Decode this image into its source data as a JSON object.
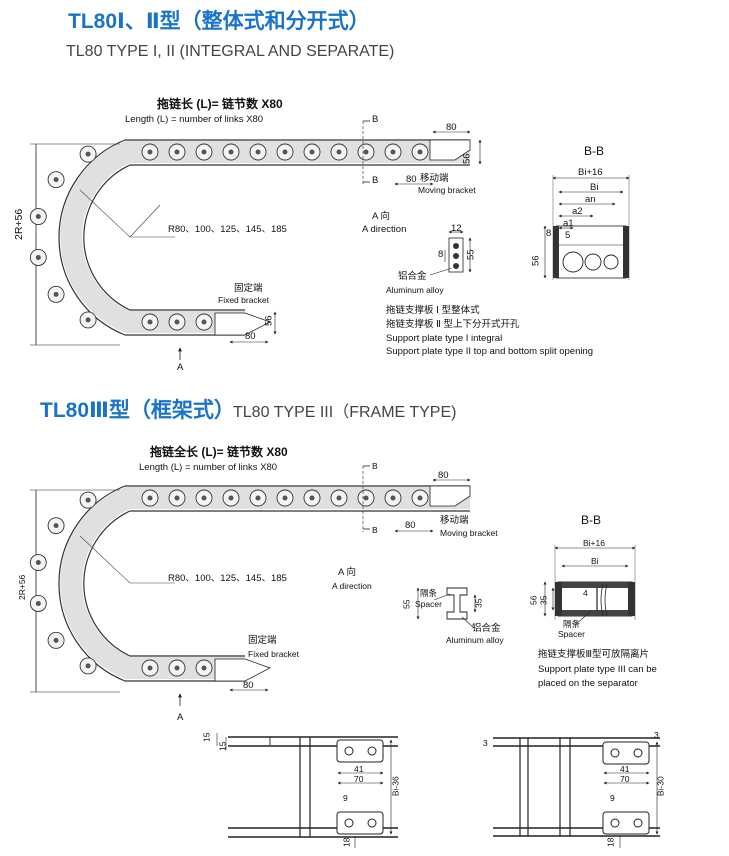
{
  "section1": {
    "title": "TL80Ⅰ、Ⅱ型（整体式和分开式）",
    "subtitle": "TL80 TYPE I, II (INTEGRAL AND SEPARATE)",
    "length_cn": "拖链长 (L)= 链节数 X80",
    "length_en": "Length (L) = number of links X80",
    "height_label": "2R+56",
    "radius_label": "R80、100、125、145、185",
    "a_direction_cn": "A 向",
    "a_direction_en": "A direction",
    "moving_cn": "移动端",
    "moving_en": "Moving bracket",
    "fixed_cn": "固定端",
    "fixed_en": "Fixed bracket",
    "alloy_cn": "铝合金",
    "alloy_en": "Aluminum alloy",
    "dim_80": "80",
    "dim_56": "56",
    "dim_12": "12",
    "dim_8": "8",
    "dim_55": "55",
    "b_mark": "B",
    "a_mark": "A",
    "note_cn_1": "拖链支撑板 Ⅰ 型整体式",
    "note_cn_2": "拖链支撑板 Ⅱ 型上下分开式开孔",
    "note_en_1": "Support plate type I integral",
    "note_en_2": "Support plate type II top and bottom split opening",
    "bb_title": "B-B",
    "bb_bi16": "Bi+16",
    "bb_bi": "Bi",
    "bb_an": "an",
    "bb_a2": "a2",
    "bb_a1": "a1",
    "bb_5": "5",
    "bb_8": "8",
    "bb_56": "56"
  },
  "section2": {
    "title": "TL80Ⅲ型（框架式）",
    "subtitle": "TL80 TYPE III（FRAME TYPE)",
    "length_cn": "拖链全长 (L)= 链节数 X80",
    "length_en": "Length (L) = number of links X80",
    "height_label": "2R+56",
    "radius_label": "R80、100、125、145、185",
    "a_direction_cn": "A 向",
    "a_direction_en": "A direction",
    "moving_cn": "移动端",
    "moving_en": "Moving bracket",
    "fixed_cn": "固定端",
    "fixed_en": "Fixed bracket",
    "alloy_cn": "铝合金",
    "alloy_en": "Aluminum alloy",
    "spacer_cn": "隔条",
    "spacer_en": "Spacer",
    "dim_80": "80",
    "dim_55": "55",
    "dim_35": "35",
    "b_mark": "B",
    "a_mark": "A",
    "bb_title": "B-B",
    "bb_bi16": "Bi+16",
    "bb_bi": "Bi",
    "bb_4": "4",
    "bb_56": "56",
    "bb_35": "35",
    "note_cn": "拖链支撑板Ⅲ型可放隔离片",
    "note_en_1": "Support plate type III can be",
    "note_en_2": "placed on the separator"
  },
  "brackets": {
    "left_15a": "15",
    "left_15b": "15",
    "left_41": "41",
    "left_70": "70",
    "left_9": "9",
    "left_18": "18",
    "left_bi36": "Bi-36",
    "right_3a": "3",
    "right_3b": "3",
    "right_41": "41",
    "right_70": "70",
    "right_9": "9",
    "right_18": "18",
    "right_bi30": "Bi-30"
  },
  "colors": {
    "title_blue": "#1a73c8",
    "line": "#222222",
    "chain_fill": "#e2e2e2"
  }
}
